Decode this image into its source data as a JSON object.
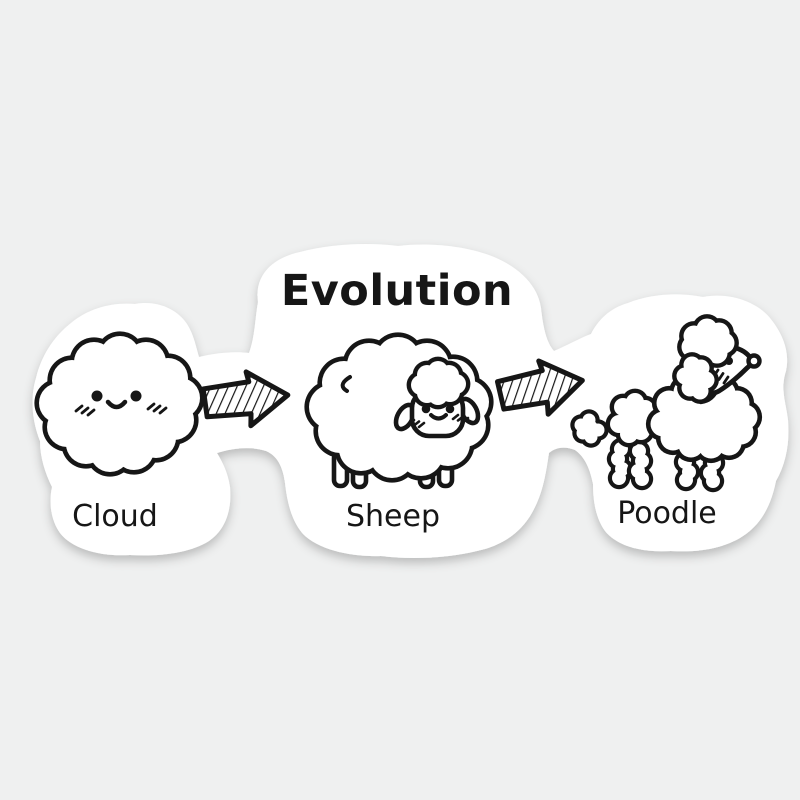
{
  "sticker": {
    "title": "Evolution",
    "stages": [
      {
        "label": "Cloud",
        "illustration": "smiling-cloud"
      },
      {
        "label": "Sheep",
        "illustration": "smiling-sheep"
      },
      {
        "label": "Poodle",
        "illustration": "smiling-poodle"
      }
    ],
    "arrows": [
      "right-block-arrow",
      "right-block-arrow"
    ],
    "colors": {
      "ink": "#161616",
      "sticker": "#ffffff",
      "background": "#eff0f0"
    }
  }
}
